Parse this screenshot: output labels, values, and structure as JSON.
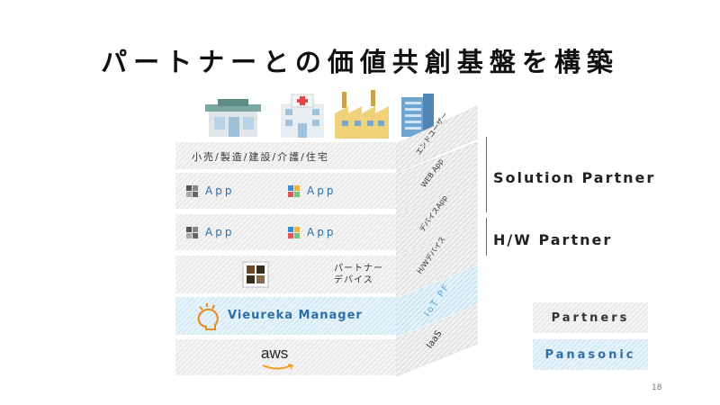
{
  "title": "パートナーとの価値共創基盤を構築",
  "top_layer": {
    "label": "小売/製造/建設/介護/住宅",
    "side": "エンドユーザー"
  },
  "app_layer1": {
    "app1": "App",
    "app2": "App",
    "side": "WEB App"
  },
  "app_layer2": {
    "app1": "App",
    "app2": "App",
    "side": "デバイスApp"
  },
  "device_layer": {
    "label_line1": "パートナー",
    "label_line2": "デバイス",
    "side": "H/Wデバイス"
  },
  "platform_layer": {
    "label": "Vieureka Manager",
    "side": "IoT PF"
  },
  "infra_layer": {
    "label": "aws",
    "side": "IaaS"
  },
  "brackets": {
    "solution": "Solution Partner",
    "hw": "H/W Partner"
  },
  "legend": {
    "partners": "Partners",
    "panasonic": "Panasonic"
  },
  "page_number": "18",
  "colors": {
    "blue_text": "#2e6fa8",
    "blue_fill": "#e6f3fa",
    "gray_fill": "#f4f4f4"
  }
}
